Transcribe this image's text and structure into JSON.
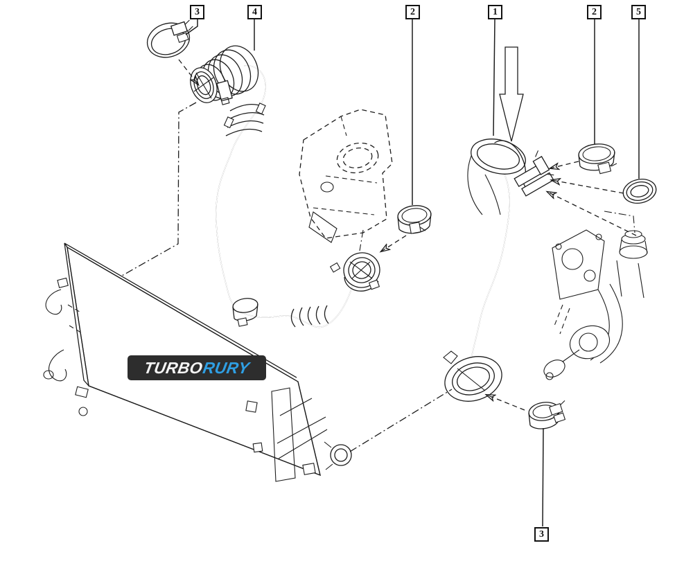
{
  "diagram": {
    "type": "exploded-parts-diagram",
    "callouts": [
      {
        "position": "top",
        "label": "3"
      },
      {
        "position": "top",
        "label": "4"
      },
      {
        "position": "top",
        "label": "2"
      },
      {
        "position": "top",
        "label": "1"
      },
      {
        "position": "top",
        "label": "2"
      },
      {
        "position": "top",
        "label": "5"
      },
      {
        "position": "bottom",
        "label": "3"
      }
    ],
    "highlight": {
      "arrow_color": "#e32119",
      "band_color": "#33a8e0"
    },
    "watermark": {
      "part1": "TURBO",
      "part2": "RURY",
      "bar_color": "#2d2d2d",
      "part1_color": "#f4f4f4",
      "part2_color": "#2f9fe3"
    }
  }
}
